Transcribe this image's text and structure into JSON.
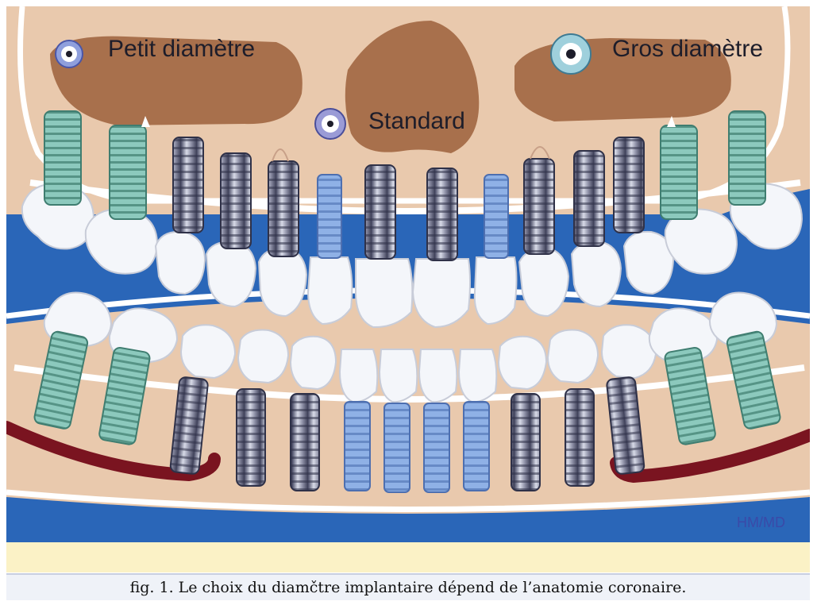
{
  "figure": {
    "labels": {
      "small": "Petit diamètre",
      "standard": "Standard",
      "large": "Gros diamètre"
    },
    "watermark": "HM/MD",
    "icons": {
      "small": "small-diameter-implant-icon",
      "standard": "standard-diameter-implant-icon",
      "large": "large-diameter-implant-icon"
    },
    "colors": {
      "background": "#2a66b8",
      "bone": "#e9c9ad",
      "nasal": "#a8704c",
      "small_implant": "#8cc9bd",
      "standard_implant": "#8fb1e6",
      "large_implant": "#8b8da0",
      "nerve": "#7a1420"
    }
  },
  "caption": {
    "text": "fig. 1. Le choix du diamčtre implantaire dépend de l’anatomie coronaire."
  }
}
